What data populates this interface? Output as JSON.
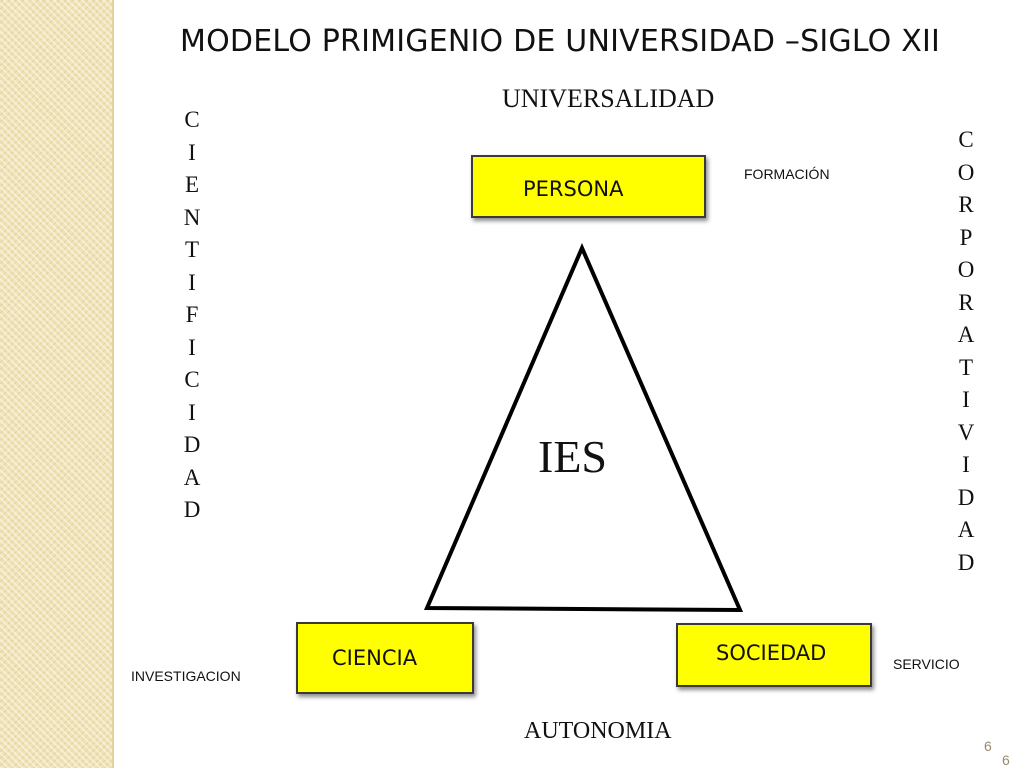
{
  "title": "MODELO PRIMIGENIO DE UNIVERSIDAD –SIGLO XII",
  "labels": {
    "top": "UNIVERSALIDAD",
    "bottom": "AUTONOMIA",
    "center": "IES",
    "formacion": "FORMACIÓN",
    "investigacion": "INVESTIGACION",
    "servicio": "SERVICIO"
  },
  "vertical_left": [
    "C",
    "I",
    "E",
    "N",
    "T",
    "I",
    "F",
    "I",
    "C",
    "I",
    "D",
    "A",
    "D"
  ],
  "vertical_right": [
    "C",
    "O",
    "R",
    "P",
    "O",
    "R",
    "A",
    "T",
    "I",
    "V",
    "I",
    "D",
    "A",
    "D"
  ],
  "boxes": {
    "persona": "PERSONA",
    "ciencia": "CIENCIA",
    "sociedad": "SOCIEDAD"
  },
  "page_numbers": [
    "6",
    "6"
  ],
  "colors": {
    "box_fill": "#ffff00",
    "sidebar": "#efe2b5"
  }
}
